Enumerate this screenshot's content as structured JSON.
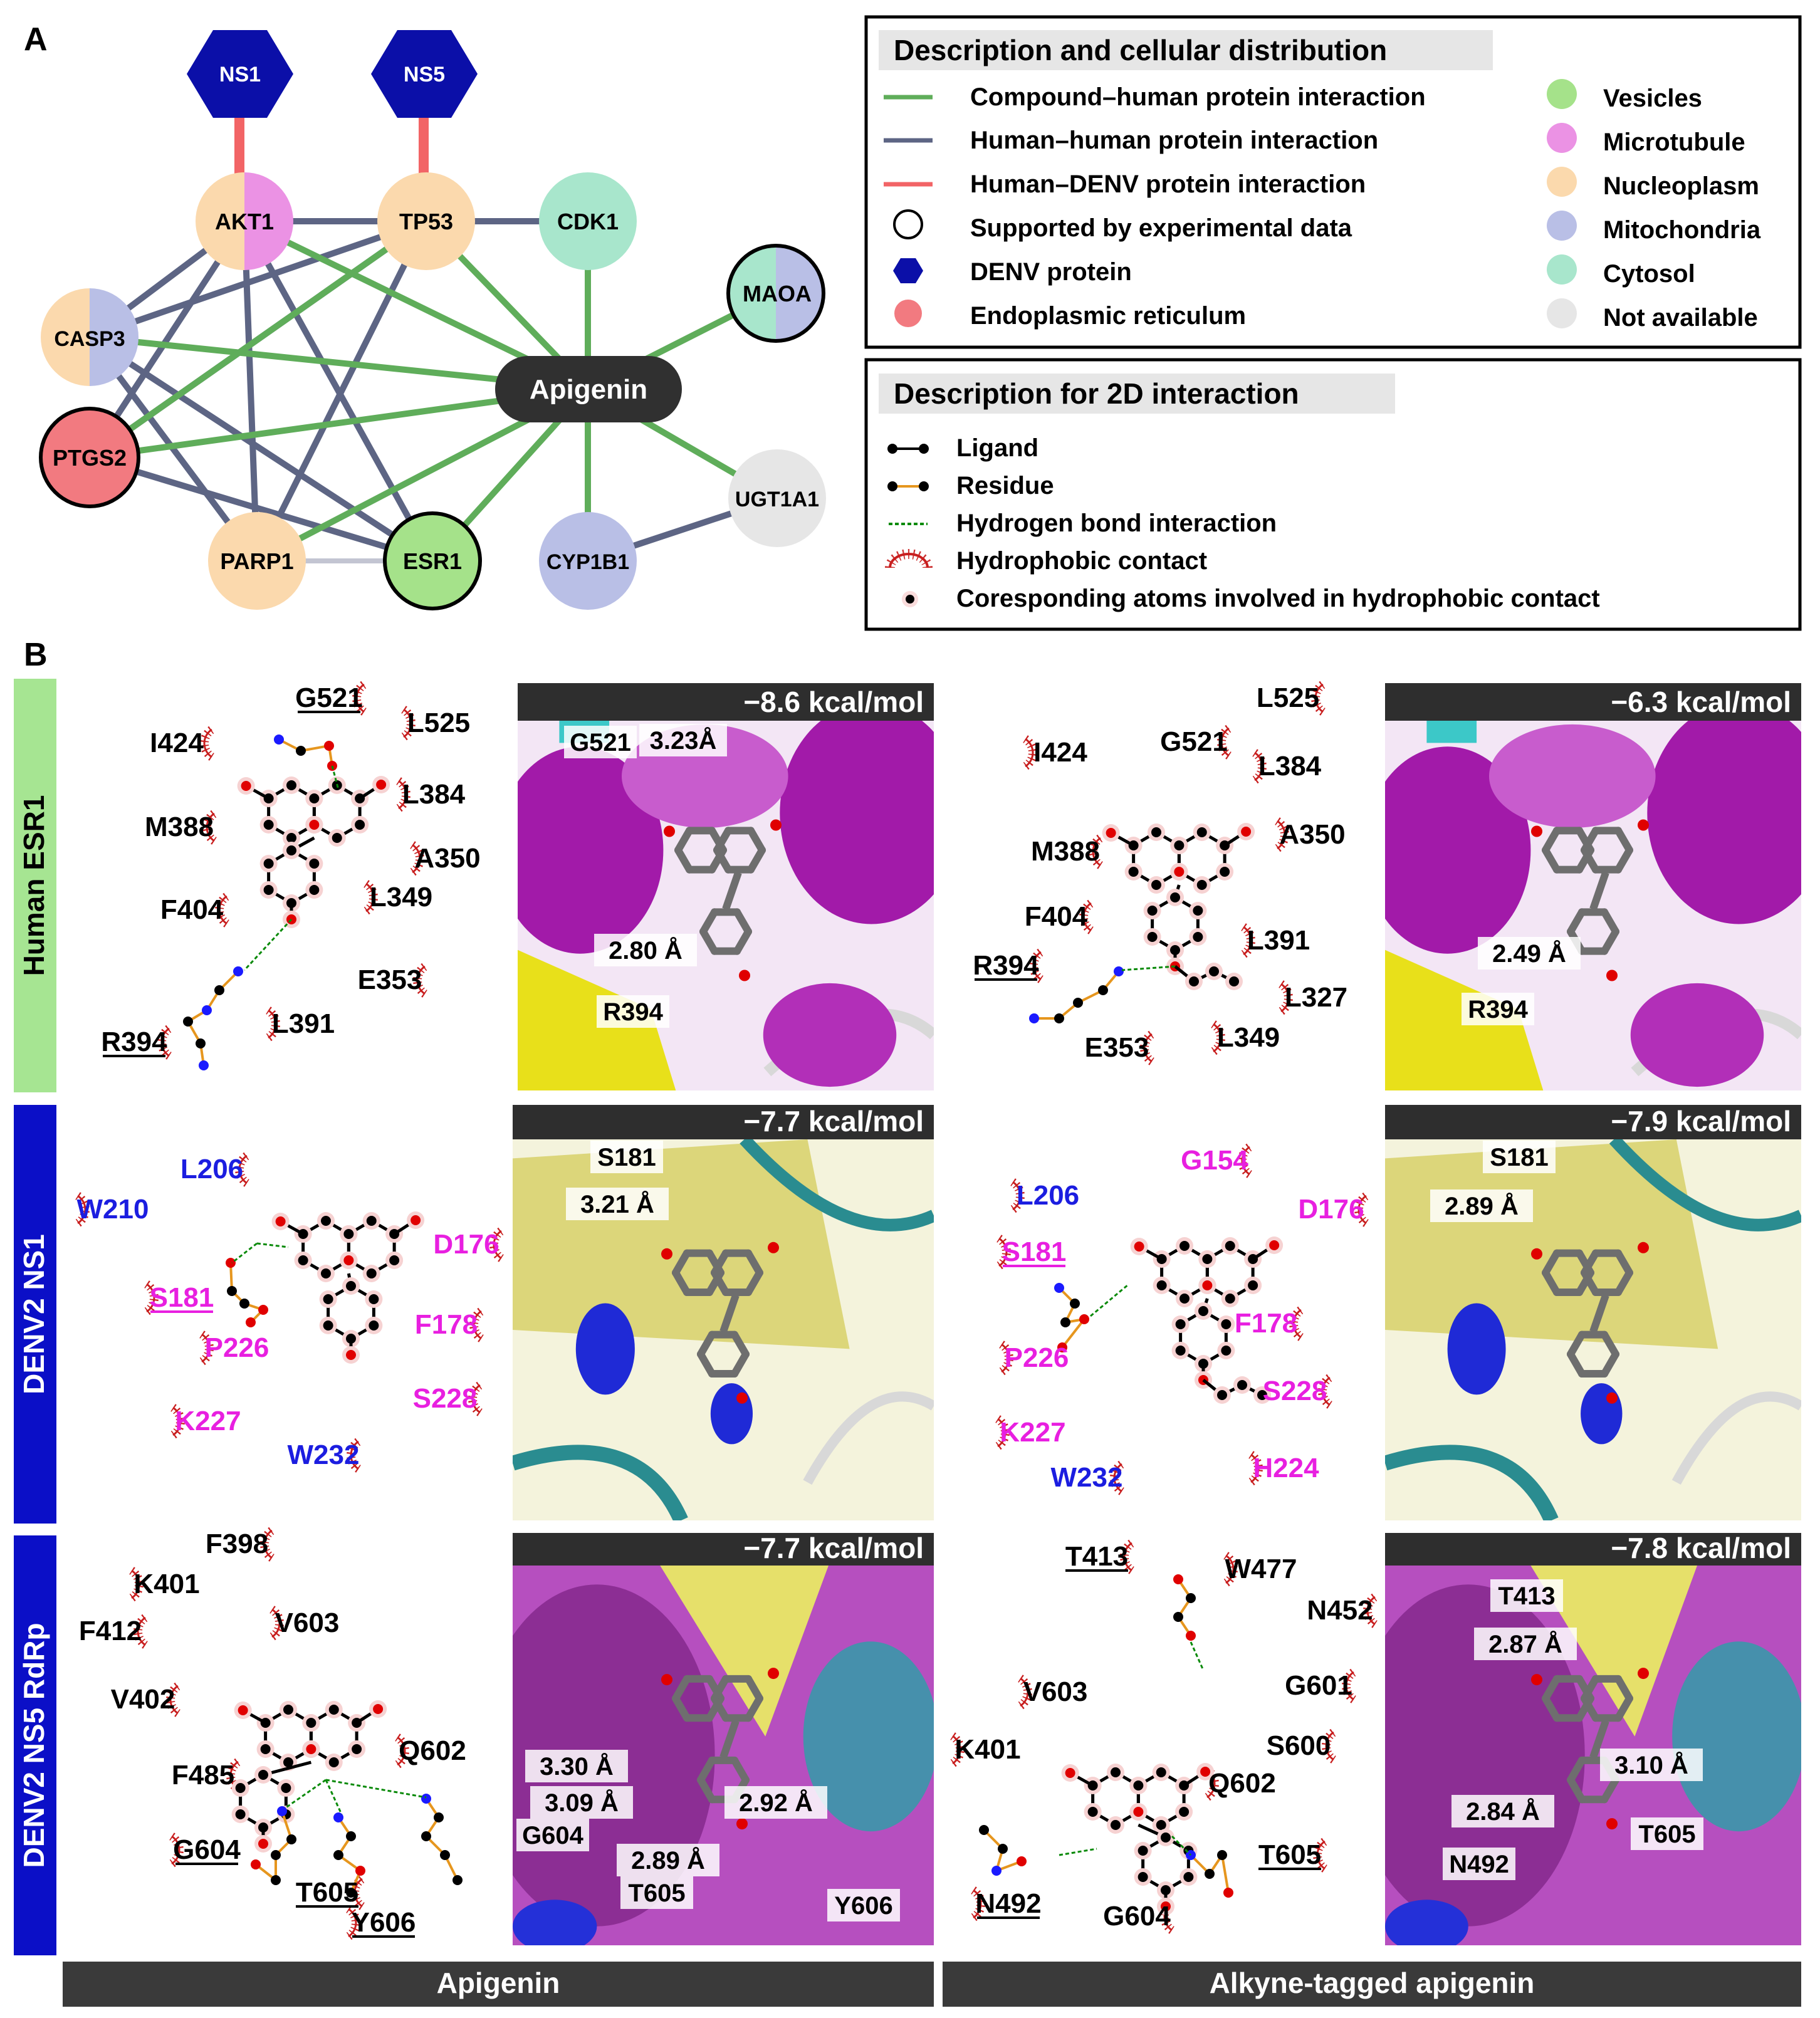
{
  "panel_a_label": "A",
  "panel_b_label": "B",
  "network": {
    "hexes": [
      {
        "id": "ns1",
        "label": "NS1"
      },
      {
        "id": "ns5",
        "label": "NS5"
      }
    ],
    "nodes": [
      {
        "id": "akt1",
        "label": "AKT1",
        "colors": [
          "#fbd9ad",
          "#eb92e4"
        ],
        "outline": false
      },
      {
        "id": "tp53",
        "label": "TP53",
        "colors": [
          "#fbd9ad"
        ],
        "outline": false
      },
      {
        "id": "cdk1",
        "label": "CDK1",
        "colors": [
          "#a8e6cc"
        ],
        "outline": false
      },
      {
        "id": "maoa",
        "label": "MAOA",
        "colors": [
          "#a8e6cc",
          "#b9bfe6"
        ],
        "outline": true
      },
      {
        "id": "casp3",
        "label": "CASP3",
        "colors": [
          "#fbd9ad",
          "#b9bfe6"
        ],
        "outline": false
      },
      {
        "id": "ptgs2",
        "label": "PTGS2",
        "colors": [
          "#f27a80"
        ],
        "outline": true
      },
      {
        "id": "parp1",
        "label": "PARP1",
        "colors": [
          "#fbd9ad"
        ],
        "outline": false
      },
      {
        "id": "esr1",
        "label": "ESR1",
        "colors": [
          "#a5e28a"
        ],
        "outline": true
      },
      {
        "id": "cyp1b1",
        "label": "CYP1B1",
        "colors": [
          "#b9bfe6"
        ],
        "outline": false
      },
      {
        "id": "ugt1a1",
        "label": "UGT1A1",
        "colors": [
          "#e6e6e6"
        ],
        "outline": false
      }
    ],
    "hub": {
      "label": "Apigenin"
    },
    "edge_colors": {
      "compound": "#5fad5a",
      "human": "#5d6584",
      "denv": "#f26466"
    }
  },
  "legend_top": {
    "title": "Description and cellular distribution",
    "items": [
      {
        "symbol": "line",
        "color": "#5fad5a",
        "label": "Compound–human protein interaction"
      },
      {
        "symbol": "line",
        "color": "#5d6584",
        "label": "Human–human protein interaction"
      },
      {
        "symbol": "line",
        "color": "#f26466",
        "label": "Human–DENV protein interaction"
      },
      {
        "symbol": "ring",
        "color": "#000000",
        "label": "Supported by experimental data"
      },
      {
        "symbol": "hex",
        "color": "#0b0fa8",
        "label": "DENV protein"
      },
      {
        "symbol": "dot",
        "color": "#f27a80",
        "label": "Endoplasmic reticulum"
      }
    ],
    "compartments": [
      {
        "color": "#a5e28a",
        "label": "Vesicles"
      },
      {
        "color": "#eb92e4",
        "label": "Microtubule"
      },
      {
        "color": "#fbd9ad",
        "label": "Nucleoplasm"
      },
      {
        "color": "#b9bfe6",
        "label": "Mitochondria"
      },
      {
        "color": "#a8e6cc",
        "label": "Cytosol"
      },
      {
        "color": "#e6e6e6",
        "label": "Not available"
      }
    ]
  },
  "legend_2d": {
    "title": "Description for 2D interaction",
    "items": [
      {
        "symbol": "ligand",
        "label": "Ligand"
      },
      {
        "symbol": "residue",
        "label": "Residue"
      },
      {
        "symbol": "hbond",
        "label": "Hydrogen bond interaction"
      },
      {
        "symbol": "hydrophobic",
        "label": "Hydrophobic contact"
      },
      {
        "symbol": "atom",
        "label": "Coresponding atoms involved in hydrophobic contact"
      }
    ]
  },
  "rows": [
    {
      "label": "Human ESR1",
      "color": "#a6e592",
      "text_color": "#000000"
    },
    {
      "label": "DENV2 NS1",
      "color": "#0b0fc7",
      "text_color": "#ffffff"
    },
    {
      "label": "DENV2 NS5 RdRp",
      "color": "#0b0fc7",
      "text_color": "#ffffff"
    }
  ],
  "columns": [
    {
      "label": "Apigenin"
    },
    {
      "label": "Alkyne-tagged apigenin"
    }
  ],
  "diagrams": [
    {
      "id": "esr1_api",
      "residues": [
        {
          "t": "G521",
          "c": "#000000",
          "u": true
        },
        {
          "t": "L525",
          "c": "#000000",
          "u": false
        },
        {
          "t": "I424",
          "c": "#000000",
          "u": false
        },
        {
          "t": "L384",
          "c": "#000000",
          "u": false
        },
        {
          "t": "M388",
          "c": "#000000",
          "u": false
        },
        {
          "t": "A350",
          "c": "#000000",
          "u": false
        },
        {
          "t": "F404",
          "c": "#000000",
          "u": false
        },
        {
          "t": "L349",
          "c": "#000000",
          "u": false
        },
        {
          "t": "E353",
          "c": "#000000",
          "u": false
        },
        {
          "t": "L391",
          "c": "#000000",
          "u": false
        },
        {
          "t": "R394",
          "c": "#000000",
          "u": true
        }
      ]
    },
    {
      "id": "esr1_alk",
      "residues": [
        {
          "t": "L525",
          "c": "#000000",
          "u": false
        },
        {
          "t": "I424",
          "c": "#000000",
          "u": false
        },
        {
          "t": "G521",
          "c": "#000000",
          "u": false
        },
        {
          "t": "L384",
          "c": "#000000",
          "u": false
        },
        {
          "t": "M388",
          "c": "#000000",
          "u": false
        },
        {
          "t": "A350",
          "c": "#000000",
          "u": false
        },
        {
          "t": "F404",
          "c": "#000000",
          "u": false
        },
        {
          "t": "L391",
          "c": "#000000",
          "u": false
        },
        {
          "t": "R394",
          "c": "#000000",
          "u": true
        },
        {
          "t": "L327",
          "c": "#000000",
          "u": false
        },
        {
          "t": "E353",
          "c": "#000000",
          "u": false
        },
        {
          "t": "L349",
          "c": "#000000",
          "u": false
        }
      ]
    },
    {
      "id": "ns1_api",
      "residues": [
        {
          "t": "L206",
          "c": "#1b1de0",
          "u": false
        },
        {
          "t": "W210",
          "c": "#1b1de0",
          "u": false
        },
        {
          "t": "D176",
          "c": "#e81fe0",
          "u": false
        },
        {
          "t": "S181",
          "c": "#e81fe0",
          "u": true
        },
        {
          "t": "F178",
          "c": "#e81fe0",
          "u": false
        },
        {
          "t": "P226",
          "c": "#e81fe0",
          "u": false
        },
        {
          "t": "S228",
          "c": "#e81fe0",
          "u": false
        },
        {
          "t": "K227",
          "c": "#e81fe0",
          "u": false
        },
        {
          "t": "W232",
          "c": "#1b1de0",
          "u": false
        }
      ]
    },
    {
      "id": "ns1_alk",
      "residues": [
        {
          "t": "G154",
          "c": "#e81fe0",
          "u": false
        },
        {
          "t": "L206",
          "c": "#1b1de0",
          "u": false
        },
        {
          "t": "D176",
          "c": "#e81fe0",
          "u": false
        },
        {
          "t": "S181",
          "c": "#e81fe0",
          "u": true
        },
        {
          "t": "F178",
          "c": "#e81fe0",
          "u": false
        },
        {
          "t": "P226",
          "c": "#e81fe0",
          "u": false
        },
        {
          "t": "S228",
          "c": "#e81fe0",
          "u": false
        },
        {
          "t": "K227",
          "c": "#e81fe0",
          "u": false
        },
        {
          "t": "W232",
          "c": "#1b1de0",
          "u": false
        },
        {
          "t": "H224",
          "c": "#e81fe0",
          "u": false
        }
      ]
    },
    {
      "id": "ns5_api",
      "residues": [
        {
          "t": "F398",
          "c": "#000000",
          "u": false
        },
        {
          "t": "K401",
          "c": "#000000",
          "u": false
        },
        {
          "t": "F412",
          "c": "#000000",
          "u": false
        },
        {
          "t": "V603",
          "c": "#000000",
          "u": false
        },
        {
          "t": "V402",
          "c": "#000000",
          "u": false
        },
        {
          "t": "Q602",
          "c": "#000000",
          "u": false
        },
        {
          "t": "F485",
          "c": "#000000",
          "u": false
        },
        {
          "t": "G604",
          "c": "#000000",
          "u": true
        },
        {
          "t": "T605",
          "c": "#000000",
          "u": true
        },
        {
          "t": "Y606",
          "c": "#000000",
          "u": true
        }
      ]
    },
    {
      "id": "ns5_alk",
      "residues": [
        {
          "t": "T413",
          "c": "#000000",
          "u": true
        },
        {
          "t": "W477",
          "c": "#000000",
          "u": false
        },
        {
          "t": "N452",
          "c": "#000000",
          "u": false
        },
        {
          "t": "V603",
          "c": "#000000",
          "u": false
        },
        {
          "t": "G601",
          "c": "#000000",
          "u": false
        },
        {
          "t": "K401",
          "c": "#000000",
          "u": false
        },
        {
          "t": "S600",
          "c": "#000000",
          "u": false
        },
        {
          "t": "Q602",
          "c": "#000000",
          "u": false
        },
        {
          "t": "T605",
          "c": "#000000",
          "u": true
        },
        {
          "t": "N492",
          "c": "#000000",
          "u": true
        },
        {
          "t": "G604",
          "c": "#000000",
          "u": false
        }
      ]
    }
  ],
  "renders": [
    {
      "id": "esr1_api",
      "energy": "−8.6 kcal/mol",
      "theme": "esr1",
      "labels": [
        "G521",
        "3.23Å",
        "2.80 Å",
        "R394"
      ]
    },
    {
      "id": "esr1_alk",
      "energy": "−6.3 kcal/mol",
      "theme": "esr1",
      "labels": [
        "2.49 Å",
        "R394"
      ]
    },
    {
      "id": "ns1_api",
      "energy": "−7.7 kcal/mol",
      "theme": "ns1",
      "labels": [
        "S181",
        "3.21 Å"
      ]
    },
    {
      "id": "ns1_alk",
      "energy": "−7.9 kcal/mol",
      "theme": "ns1",
      "labels": [
        "S181",
        "2.89 Å"
      ]
    },
    {
      "id": "ns5_api",
      "energy": "−7.7 kcal/mol",
      "theme": "ns5",
      "labels": [
        "3.30 Å",
        "3.09 Å",
        "2.92 Å",
        "G604",
        "2.89 Å",
        "T605",
        "Y606"
      ]
    },
    {
      "id": "ns5_alk",
      "energy": "−7.8 kcal/mol",
      "theme": "ns5",
      "labels": [
        "T413",
        "2.87 Å",
        "3.10 Å",
        "2.84 Å",
        "T605",
        "N492"
      ]
    }
  ]
}
